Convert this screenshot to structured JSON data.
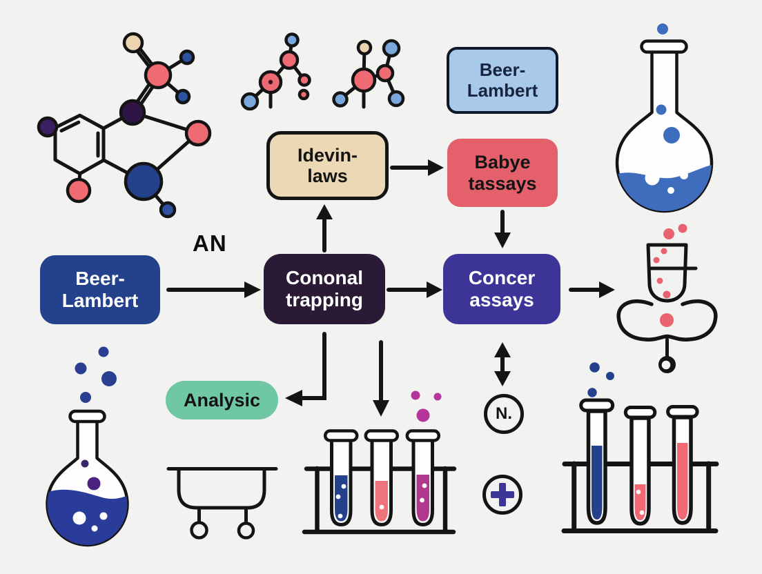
{
  "canvas": {
    "background": "#f2f2f1",
    "ink": "#141414"
  },
  "boxes": {
    "beer_lambert_top": {
      "label": "Beer-\nLambert",
      "bg": "#a9c9ea",
      "border": "#10182b",
      "text": "#16243f"
    },
    "idevin_laws": {
      "label": "Idevin-\nlaws",
      "bg": "#ecd8b4",
      "border": "#141414",
      "text": "#141414"
    },
    "babye_tassays": {
      "label": "Babye\ntassays",
      "bg": "#e4616b",
      "text": "#141414"
    },
    "beer_lambert_left": {
      "label": "Beer-\nLambert",
      "bg": "#24418c",
      "text": "#ffffff"
    },
    "cononal_trapping": {
      "label": "Cononal\ntrapping",
      "bg": "#2a1a36",
      "text": "#ffffff"
    },
    "concer_assays": {
      "label": "Concer\nassays",
      "bg": "#3c3597",
      "text": "#ffffff"
    },
    "analysic": {
      "label": "Analysic",
      "bg": "#6fc7a6",
      "text": "#141414"
    }
  },
  "annotations": {
    "an_label": "AN",
    "n_badge": "N.",
    "plus_symbol": "+"
  },
  "icons": {
    "molecule_structure": "fused-ring ball-and-stick molecule",
    "molecule_small_a": "small ball-and-stick molecule",
    "molecule_small_b": "small ball-and-stick molecule",
    "flask_top_right": "round-bottom flask with blue liquid and bubbles",
    "flask_bottom_left": "round-bottom flask with dark blue liquid and bubbles",
    "funnel_apparatus": "tube pouring red drops into bowtie vessel",
    "tray": "lab tray on rolling legs",
    "tube_rack_middle": "rack with blue, coral and magenta test tubes",
    "tube_rack_right": "rack with blue and coral test tubes",
    "plus": "+",
    "double_arrow": "vertical double-headed arrow"
  },
  "palette": {
    "royal_blue": "#24418c",
    "light_blue": "#a9c9ea",
    "mid_blue": "#3f6dbe",
    "soft_blue": "#7aa7dc",
    "coral": "#ee6b74",
    "coral_box": "#e4616b",
    "beige": "#ecd8b4",
    "dark_purple": "#2a1a36",
    "indigo": "#3c3597",
    "mint": "#6fc7a6",
    "magenta": "#b0388f",
    "deep_violet": "#4a2280"
  }
}
